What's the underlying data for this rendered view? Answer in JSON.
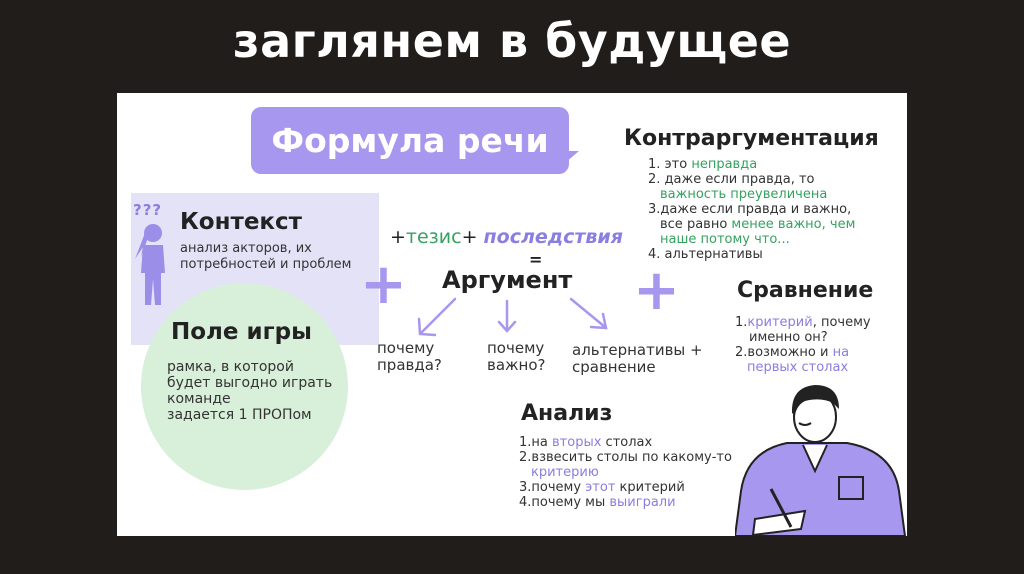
{
  "slide_title": "заглянем в будущее",
  "formula": {
    "label": "Формула речи"
  },
  "context": {
    "icon_text": "???",
    "heading": "Контекст",
    "text_line1": "анализ акторов, их",
    "text_line2": "потребностей и проблем"
  },
  "game_field": {
    "heading": "Поле игры",
    "line1": "рамка, в которой",
    "line2": "будет выгодно играть",
    "line3": "команде",
    "line4": "задается 1 ПРОПом"
  },
  "plus_symbol": "+",
  "thesis": {
    "prefix": "+",
    "thesis_word": "тезис",
    "mid": "+ ",
    "consequences": "последствия"
  },
  "equals": "=",
  "argument": "Аргумент",
  "questions": {
    "q1_line1": "почему",
    "q1_line2": "правда?",
    "q2_line1": "почему",
    "q2_line2": "важно?",
    "q3_line1": "альтернативы +",
    "q3_line2": "сравнение"
  },
  "counterargumentation": {
    "heading": "Контраргументация",
    "i1_pre": "1. это ",
    "i1_hl": "неправда",
    "i2_pre": "2. даже если правда, то",
    "i2_hl": "важность преувеличена",
    "i3_pre": "3.даже если правда и важно,",
    "i3_mid": "все равно ",
    "i3_hl": "менее важно, чем",
    "i3_hl2": "наше потому что...",
    "i4": "4. альтернативы"
  },
  "comparison": {
    "heading": "Сравнение",
    "i1_pre": "1.",
    "i1_hl": "критерий",
    "i1_post": ", почему",
    "i1_line2": "именно он?",
    "i2_pre": "2.возможно и ",
    "i2_hl": "на",
    "i2_hl2": "первых столах"
  },
  "analysis": {
    "heading": "Анализ",
    "i1_pre": "1.на ",
    "i1_hl": "вторых",
    "i1_post": " столах",
    "i2": "2.взвесить столы по какому-то",
    "i2_hl": "критерию",
    "i3_pre": "3.почему ",
    "i3_hl": "этот",
    "i3_post": " критерий",
    "i4_pre": "4.почему мы ",
    "i4_hl": "выиграли"
  },
  "colors": {
    "background": "#211d1b",
    "accent_purple": "#a797ee",
    "accent_green": "#35a25f",
    "circle_green": "#d8f0d9",
    "context_bg": "#e4e2f7"
  }
}
